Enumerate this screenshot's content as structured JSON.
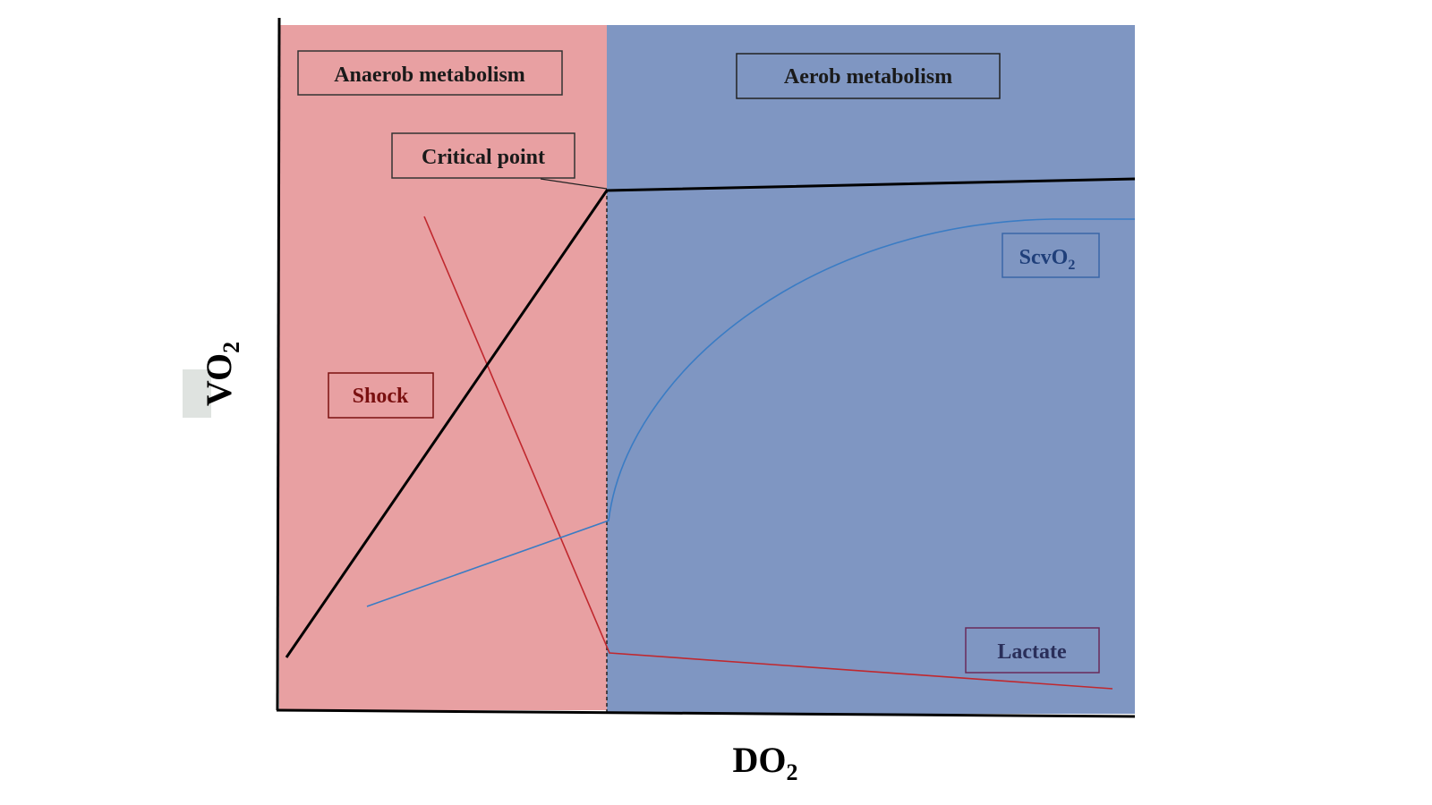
{
  "axes": {
    "x_label": "DO",
    "x_sub": "2",
    "y_label": "VO",
    "y_sub": "2"
  },
  "regions": {
    "anaerobic": {
      "label": "Anaerob metabolism",
      "color": "#e8a0a2"
    },
    "aerobic": {
      "label": "Aerob metabolism",
      "color": "#7f96c2"
    }
  },
  "labels": {
    "critical_point": "Critical point",
    "shock": "Shock",
    "scvo2": "ScvO",
    "scvo2_sub": "2",
    "lactate": "Lactate"
  },
  "colors": {
    "vo2_line": "#000000",
    "scvo2_line": "#3a7cc4",
    "lactate_line": "#c0282e",
    "shock_text": "#7a1010",
    "box_text_dark": "#1a1a1a",
    "scvo2_text": "#1f3f7a",
    "lactate_text": "#2a2f5a"
  }
}
